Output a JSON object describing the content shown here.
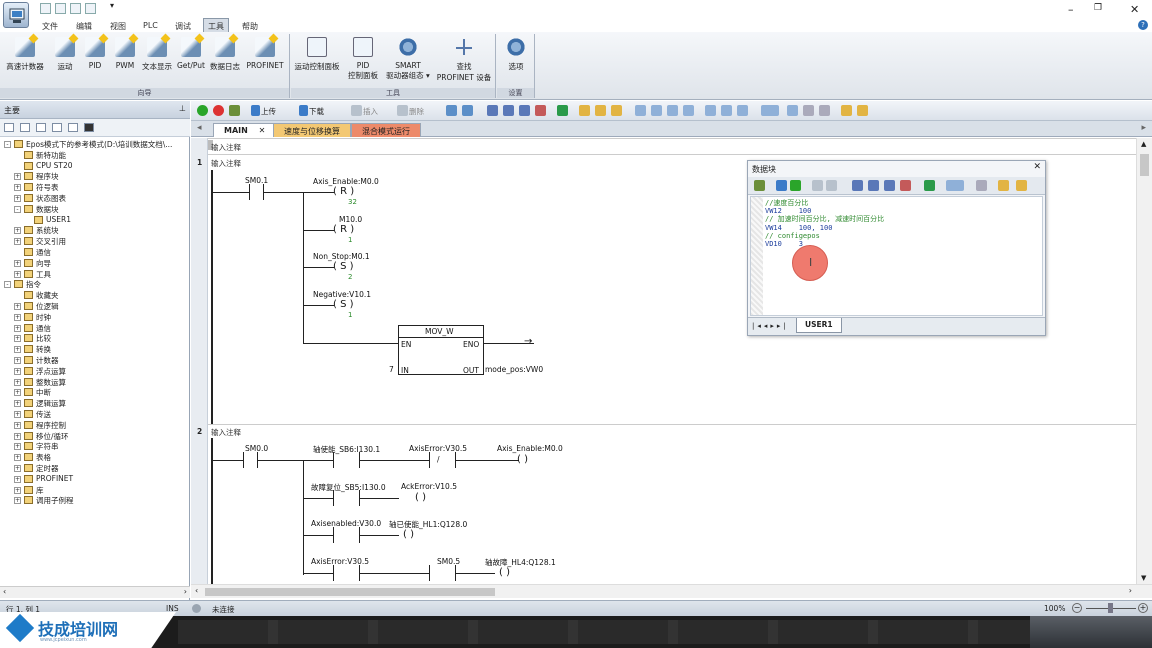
{
  "menu": [
    "文件",
    "编辑",
    "视图",
    "PLC",
    "调试",
    "工具",
    "帮助"
  ],
  "ribbon": {
    "wizards": {
      "label": "向导",
      "buttons": [
        "高速计数器",
        "运动",
        "PID",
        "PWM",
        "文本显示",
        "Get/Put",
        "数据日志",
        "PROFINET"
      ]
    },
    "tools": {
      "label": "工具",
      "buttons": [
        {
          "line1": "运动控制面板",
          "line2": ""
        },
        {
          "line1": "PID",
          "line2": "控制面板"
        },
        {
          "line1": "SMART",
          "line2": "驱动器组态 ▾"
        },
        {
          "line1": "查找",
          "line2": "PROFINET 设备"
        }
      ]
    },
    "settings": {
      "label": "设置",
      "buttons": [
        "选项"
      ]
    }
  },
  "left_panel": {
    "title": "主要",
    "tree": [
      {
        "indent": 0,
        "exp": "-",
        "text": "Epos模式下的参考模式(D:\\培训数据文档\\..."
      },
      {
        "indent": 1,
        "exp": "",
        "text": "新特功能"
      },
      {
        "indent": 1,
        "exp": "",
        "text": "CPU ST20"
      },
      {
        "indent": 1,
        "exp": "+",
        "text": "程序块"
      },
      {
        "indent": 1,
        "exp": "+",
        "text": "符号表"
      },
      {
        "indent": 1,
        "exp": "+",
        "text": "状态图表"
      },
      {
        "indent": 1,
        "exp": "-",
        "text": "数据块"
      },
      {
        "indent": 2,
        "exp": "",
        "text": "USER1"
      },
      {
        "indent": 1,
        "exp": "+",
        "text": "系统块"
      },
      {
        "indent": 1,
        "exp": "+",
        "text": "交叉引用"
      },
      {
        "indent": 1,
        "exp": "",
        "text": "通信"
      },
      {
        "indent": 1,
        "exp": "+",
        "text": "向导"
      },
      {
        "indent": 1,
        "exp": "+",
        "text": "工具"
      },
      {
        "indent": 0,
        "exp": "-",
        "text": "指令"
      },
      {
        "indent": 1,
        "exp": "",
        "text": "收藏夹"
      },
      {
        "indent": 1,
        "exp": "+",
        "text": "位逻辑"
      },
      {
        "indent": 1,
        "exp": "+",
        "text": "时钟"
      },
      {
        "indent": 1,
        "exp": "+",
        "text": "通信"
      },
      {
        "indent": 1,
        "exp": "+",
        "text": "比较"
      },
      {
        "indent": 1,
        "exp": "+",
        "text": "转换"
      },
      {
        "indent": 1,
        "exp": "+",
        "text": "计数器"
      },
      {
        "indent": 1,
        "exp": "+",
        "text": "浮点运算"
      },
      {
        "indent": 1,
        "exp": "+",
        "text": "整数运算"
      },
      {
        "indent": 1,
        "exp": "+",
        "text": "中断"
      },
      {
        "indent": 1,
        "exp": "+",
        "text": "逻辑运算"
      },
      {
        "indent": 1,
        "exp": "+",
        "text": "传送"
      },
      {
        "indent": 1,
        "exp": "+",
        "text": "程序控制"
      },
      {
        "indent": 1,
        "exp": "+",
        "text": "移位/循环"
      },
      {
        "indent": 1,
        "exp": "+",
        "text": "字符串"
      },
      {
        "indent": 1,
        "exp": "+",
        "text": "表格"
      },
      {
        "indent": 1,
        "exp": "+",
        "text": "定时器"
      },
      {
        "indent": 1,
        "exp": "+",
        "text": "PROFINET"
      },
      {
        "indent": 1,
        "exp": "+",
        "text": "库"
      },
      {
        "indent": 1,
        "exp": "+",
        "text": "调用子例程"
      }
    ]
  },
  "toolbar": {
    "upload": "上传",
    "download": "下载",
    "insert": "插入",
    "delete": "删除"
  },
  "tabs": [
    {
      "label": "MAIN",
      "active": true
    },
    {
      "label": "速度与位移换算",
      "active": false
    },
    {
      "label": "混合模式运行",
      "active": false
    }
  ],
  "networks": [
    {
      "num": "1",
      "comment": "输入注释",
      "contact": "SM0.1",
      "coils": [
        {
          "label": "Axis_Enable:M0.0",
          "type": "R",
          "val": "32"
        },
        {
          "label": "M10.0",
          "type": "R",
          "val": "1"
        },
        {
          "label": "Non_Stop:M0.1",
          "type": "S",
          "val": "2"
        },
        {
          "label": "Negative:V10.1",
          "type": "S",
          "val": "1"
        }
      ],
      "box": {
        "name": "MOV_W",
        "en": "EN",
        "eno": "ENO",
        "in": "IN",
        "out": "OUT",
        "in_val": "7",
        "out_val": "mode_pos:VW0"
      }
    },
    {
      "num": "2",
      "comment": "输入注释",
      "rows": [
        [
          "SM0.0",
          "轴使能_SB6:I130.1",
          "AxisError:V30.5",
          "Axis_Enable:M0.0"
        ],
        [
          "故障复位_SB5:I130.0",
          "AckError:V10.5"
        ],
        [
          "Axisenabled:V30.0",
          "轴已使能_HL1:Q128.0"
        ],
        [
          "AxisError:V30.5",
          "SM0.5",
          "轴故障_HL4:Q128.1"
        ]
      ],
      "neg_contact_symbol": "/"
    }
  ],
  "data_block": {
    "title": "数据块",
    "lines": [
      {
        "t": "//速度百分比",
        "c": "#2f8a2f"
      },
      {
        "t": "VW12    100",
        "c": "#1c3d9c"
      },
      {
        "t": "// 加速时间百分比, 减速时间百分比",
        "c": "#2f8a2f"
      },
      {
        "t": "VW14    100, 100",
        "c": "#1c3d9c"
      },
      {
        "t": "// configepos",
        "c": "#2f8a2f"
      },
      {
        "t": "VD10    3",
        "c": "#1c3d9c"
      }
    ],
    "tab": "USER1",
    "cursor": "I"
  },
  "status": {
    "pos": "行 1, 列 1",
    "ins": "INS",
    "conn": "未连接",
    "zoom": "100%"
  },
  "logo": {
    "name": "技成培训网",
    "url": "www.jcpeixun.com"
  }
}
